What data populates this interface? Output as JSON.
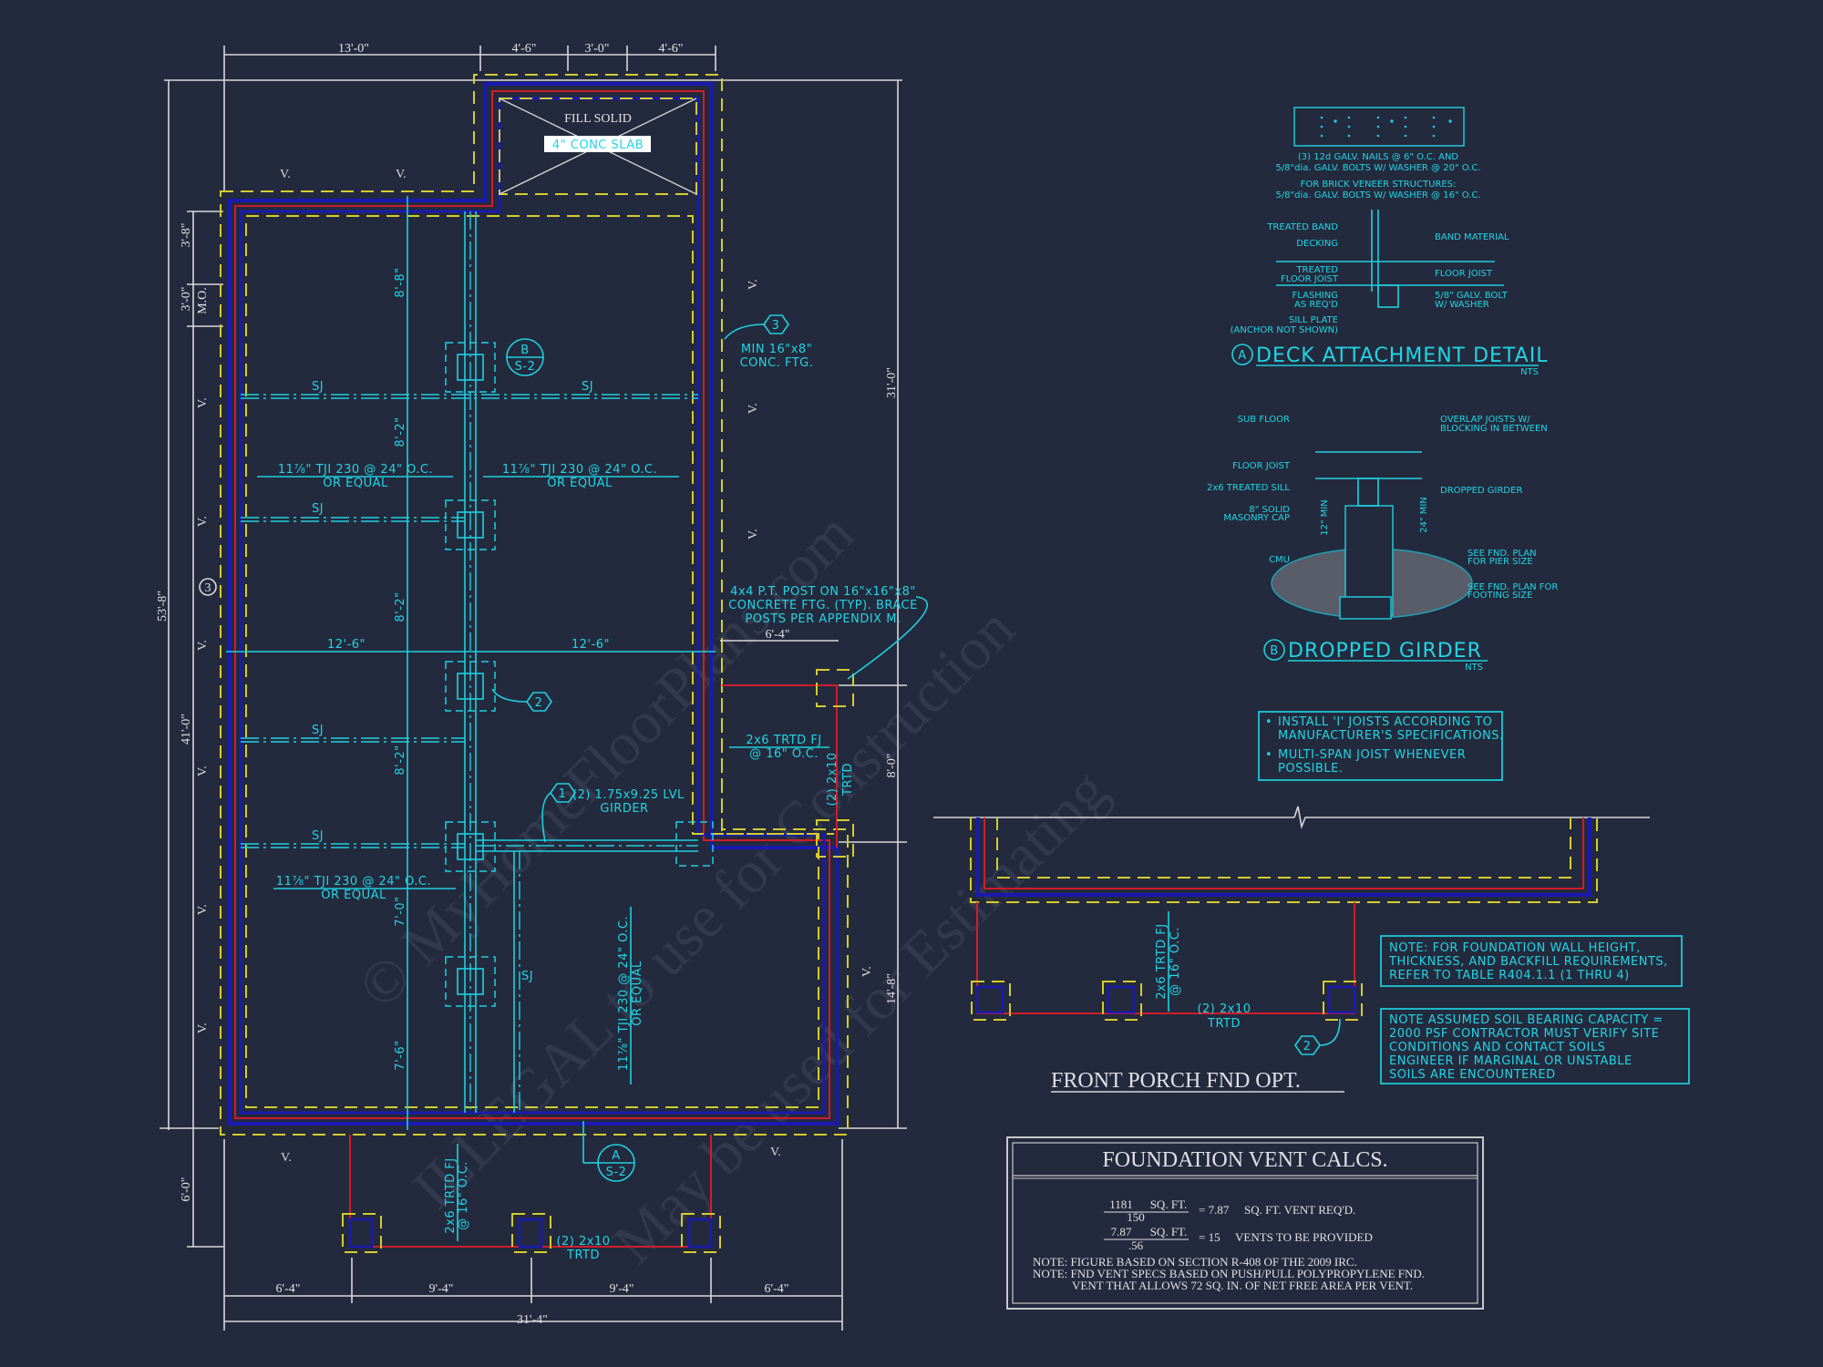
{
  "watermark": {
    "line1": "© MyHomeFloorPlans.com",
    "line2": "ILLEGAL to use for Construction",
    "line3": "May be used for Estimating"
  },
  "plan": {
    "top_dims": [
      "13'-0\"",
      "4'-6\"",
      "3'-0\"",
      "4'-6\""
    ],
    "left_dims": {
      "overall": "53'-8\"",
      "upper": "3'-8\"",
      "mo": "3'-0\"",
      "mo_label": "M.O.",
      "main": "41'-0\"",
      "porch": "6'-0\""
    },
    "right_dims": {
      "overall": "31'-0\"",
      "stoop": "8'-0\"",
      "lower": "14'-8\""
    },
    "bottom_dims": [
      "6'-4\"",
      "9'-4\"",
      "9'-4\"",
      "6'-4\""
    ],
    "bottom_overall": "31'-4\"",
    "vent_label": "V.",
    "fill_solid": "FILL SOLID",
    "slab_label": "4\" CONC SLAB",
    "girder_spacing": [
      "8'-8\"",
      "8'-2\"",
      "8'-2\"",
      "8'-2\"",
      "7'-0\"",
      "7'-6\""
    ],
    "span_dims": [
      "12'-6\"",
      "12'-6\""
    ],
    "sj_label": "SJ",
    "joist_label_1": "11⅞\" TJI 230 @ 24\" O.C.",
    "joist_label_2": "OR EQUAL",
    "joist_vertical": "11⅞\" TJI 230 @ 24\" O.C.",
    "joist_vertical_2": "OR EQUAL",
    "tag_b": {
      "letter": "B",
      "sheet": "S-2"
    },
    "tag_a": {
      "letter": "A",
      "sheet": "S-2"
    },
    "tag_1": "1",
    "tag_2": "2",
    "tag_3": "3",
    "girder_note_1": "(2) 1.75x9.25 LVL",
    "girder_note_2": "GIRDER",
    "ftg_note_1": "MIN 16\"x8\"",
    "ftg_note_2": "CONC. FTG.",
    "post_note_1": "4x4 P.T. POST ON 16\"x16\"x8\"",
    "post_note_2": "CONCRETE FTG. (TYP). BRACE",
    "post_note_3": "POSTS PER APPENDIX M.",
    "stoop_dim": "6'-4\"",
    "stoop_fj_1": "2x6 TRTD FJ",
    "stoop_fj_2": "@ 16\" O.C.",
    "stoop_beam_1": "(2) 2x10",
    "stoop_beam_2": "TRTD",
    "porch_fj_1": "2x6 TRTD FJ",
    "porch_fj_2": "@ 16\" O.C.",
    "porch_beam_1": "(2) 2x10",
    "porch_beam_2": "TRTD"
  },
  "detail_a": {
    "nail_note_1": "(3) 12d GALV. NAILS @ 6\" O.C. AND",
    "nail_note_2": "5/8\"dia. GALV. BOLTS W/ WASHER @ 20\" O.C.",
    "brick_note_1": "FOR BRICK VENEER STRUCTURES:",
    "brick_note_2": "5/8\"dia. GALV. BOLTS W/ WASHER @ 16\" O.C.",
    "labels_left": [
      "TREATED BAND",
      "DECKING",
      "TREATED",
      "FLOOR JOIST",
      "FLASHING",
      "AS REQ'D",
      "SILL PLATE",
      "(ANCHOR NOT SHOWN)"
    ],
    "labels_right": [
      "BAND MATERIAL",
      "FLOOR JOIST",
      "5/8\" GALV. BOLT",
      "W/ WASHER"
    ],
    "tag": "A",
    "title": "DECK ATTACHMENT DETAIL",
    "scale": "NTS"
  },
  "detail_b": {
    "labels_left": [
      "SUB FLOOR",
      "FLOOR JOIST",
      "2x6 TREATED SILL",
      "8\" SOLID",
      "MASONRY CAP",
      "CMU"
    ],
    "labels_right": [
      "OVERLAP JOISTS W/",
      "BLOCKING IN BETWEEN",
      "DROPPED GIRDER",
      "SEE FND. PLAN",
      "FOR PIER SIZE",
      "SEE FND. PLAN FOR",
      "FOOTING SIZE"
    ],
    "dim_12": "12\" MIN",
    "dim_24": "24\" MIN",
    "tag": "B",
    "title": "DROPPED GIRDER",
    "scale": "NTS"
  },
  "joist_notes": [
    "INSTALL 'I' JOISTS ACCORDING TO",
    "MANUFACTURER'S SPECIFICATIONS.",
    "MULTI-SPAN JOIST WHENEVER",
    "POSSIBLE."
  ],
  "porch_option": {
    "title": "FRONT PORCH FND OPT.",
    "fj_1": "2x6 TRTD FJ",
    "fj_2": "@ 16\" O.C.",
    "beam_1": "(2) 2x10",
    "beam_2": "TRTD",
    "tag": "2"
  },
  "wall_note": [
    "NOTE: FOR FOUNDATION WALL HEIGHT,",
    "THICKNESS, AND BACKFILL REQUIREMENTS,",
    "REFER TO TABLE R404.1.1 (1 THRU 4)"
  ],
  "soil_note": [
    "NOTE ASSUMED SOIL BEARING CAPACITY =",
    "2000 PSF CONTRACTOR MUST VERIFY SITE",
    "CONDITIONS AND CONTACT SOILS",
    "ENGINEER IF MARGINAL OR UNSTABLE",
    "SOILS ARE ENCOUNTERED"
  ],
  "vent_calcs": {
    "title": "FOUNDATION VENT CALCS.",
    "row1": {
      "num": "1181",
      "unit": "SQ. FT.",
      "den": "150",
      "eq": "= 7.87",
      "desc": "SQ. FT. VENT REQ'D."
    },
    "row2": {
      "num": "7.87",
      "unit": "SQ. FT.",
      "den": ".56",
      "eq": "=  15",
      "desc": "VENTS TO BE PROVIDED"
    },
    "note1": "NOTE: FIGURE BASED ON SECTION R-408 OF THE 2009 IRC.",
    "note2": "NOTE: FND VENT SPECS BASED ON PUSH/PULL POLYPROPYLENE FND.",
    "note3": "VENT THAT ALLOWS 72 SQ. IN. OF NET FREE AREA PER VENT."
  }
}
